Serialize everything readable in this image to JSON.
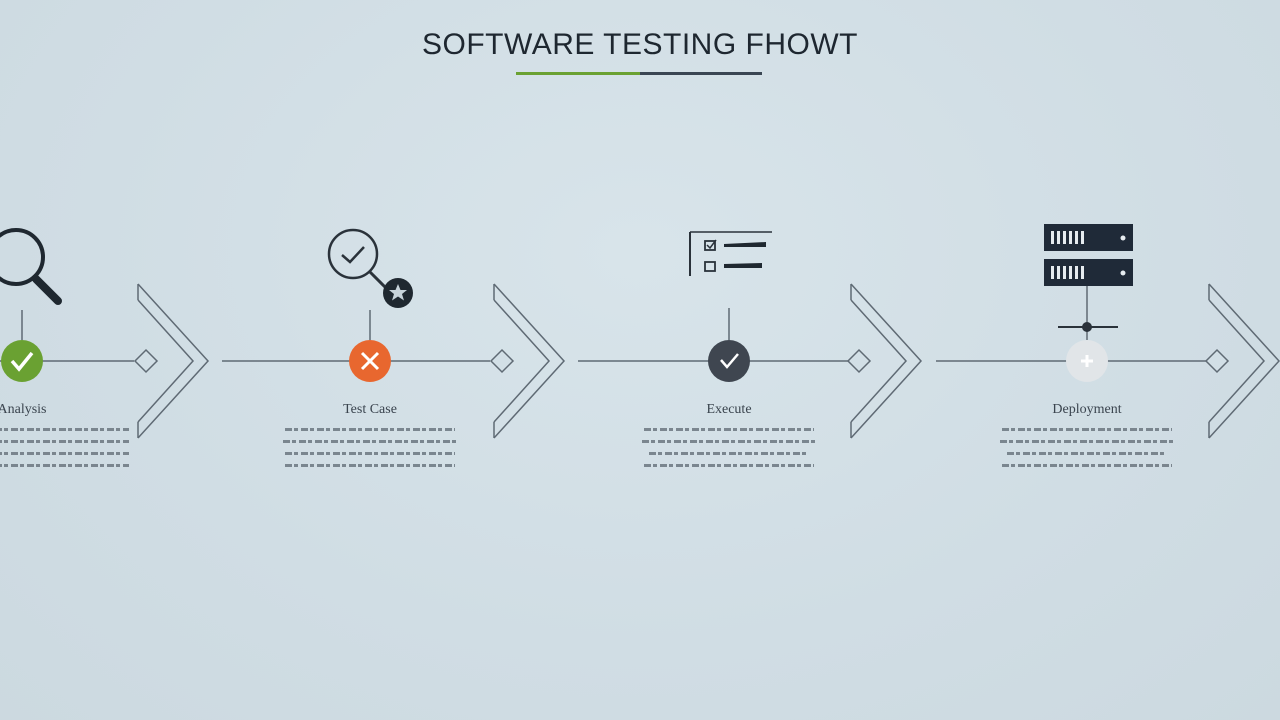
{
  "title": "SOFTWARE TESTING FHOWT",
  "colors": {
    "background": "#d2dfe6",
    "green": "#6aa132",
    "orange": "#e8672f",
    "dark": "#3f4650",
    "light": "#e1e5e8",
    "line": "#5f6a74"
  },
  "stages": [
    {
      "label": "Analysis",
      "top_icon": "magnifier-icon",
      "node_icon": "check-icon",
      "node_color": "green"
    },
    {
      "label": "Test Case",
      "top_icon": "magnifier-check-star-icon",
      "node_icon": "x-icon",
      "node_color": "orange"
    },
    {
      "label": "Execute",
      "top_icon": "checklist-icon",
      "node_icon": "check-icon",
      "node_color": "dark"
    },
    {
      "label": "Deployment",
      "top_icon": "server-icon",
      "node_icon": "plus-icon",
      "node_color": "light"
    }
  ]
}
